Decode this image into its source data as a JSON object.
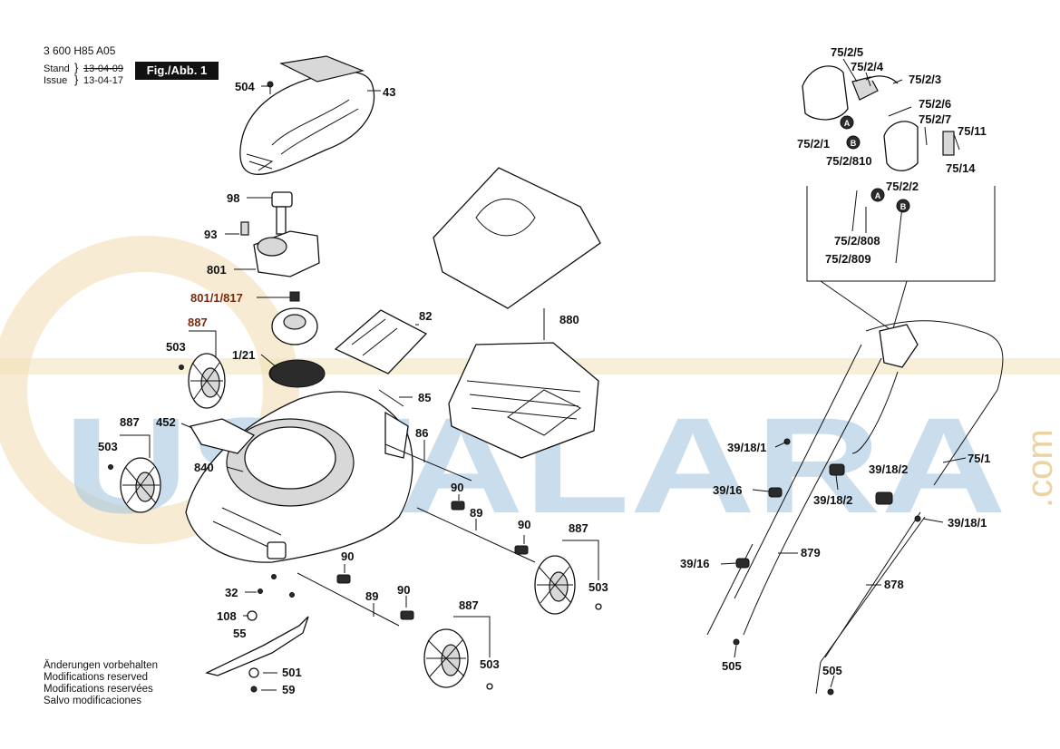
{
  "header": {
    "doc_code": "3 600 H85 A05",
    "stand_label": "Stand",
    "stand_date": "13-04-09",
    "issue_label": "Issue",
    "issue_date": "13-04-17",
    "figure_label": "Fig./Abb. 1"
  },
  "notes": [
    "Änderungen vorbehalten",
    "Modifications reserved",
    "Modifications reservées",
    "Salvo modificaciones"
  ],
  "watermark": {
    "text": "USTALARA",
    "suffix": ".com"
  },
  "parts": {
    "p504": "504",
    "p43": "43",
    "p98": "98",
    "p93": "93",
    "p801": "801",
    "p801_1_817": "801/1/817",
    "p887_top": "887",
    "p503_top": "503",
    "p1_21": "1/21",
    "p82": "82",
    "p880": "880",
    "p85": "85",
    "p887_left": "887",
    "p503_left": "503",
    "p452": "452",
    "p840": "840",
    "p86": "86",
    "p90_a": "90",
    "p89_a": "89",
    "p90_b": "90",
    "p887_right": "887",
    "p503_right": "503",
    "p90_c": "90",
    "p32": "32",
    "p90_d": "90",
    "p89_b": "89",
    "p887_bottom": "887",
    "p108": "108",
    "p55": "55",
    "p503_bottom": "503",
    "p501": "501",
    "p59": "59",
    "p75_2_5": "75/2/5",
    "p75_2_4": "75/2/4",
    "p75_2_3": "75/2/3",
    "p75_2_6": "75/2/6",
    "p75_2_7": "75/2/7",
    "p75_11": "75/11",
    "p75_2_1": "75/2/1",
    "p75_2_810": "75/2/810",
    "p75_14": "75/14",
    "p75_2_2": "75/2/2",
    "p75_2_808": "75/2/808",
    "p75_2_809": "75/2/809",
    "p39_18_1_a": "39/18/1",
    "p39_16_a": "39/16",
    "p39_18_2_a": "39/18/2",
    "p39_18_2_b": "39/18/2",
    "p75_1": "75/1",
    "p39_18_1_b": "39/18/1",
    "p39_16_b": "39/16",
    "p879": "879",
    "p878": "878",
    "p505_a": "505",
    "p505_b": "505",
    "marker_a": "A",
    "marker_b": "B"
  }
}
